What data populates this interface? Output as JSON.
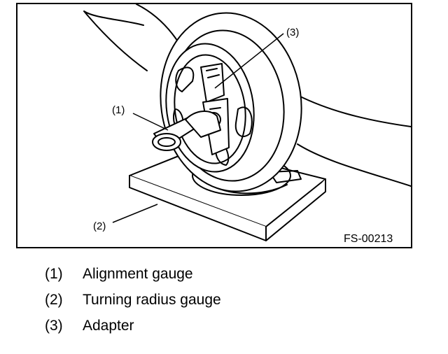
{
  "figure": {
    "code": "FS-00213",
    "callouts": {
      "one": "(1)",
      "two": "(2)",
      "three": "(3)"
    }
  },
  "legend": [
    {
      "number": "(1)",
      "label": "Alignment gauge"
    },
    {
      "number": "(2)",
      "label": "Turning radius gauge"
    },
    {
      "number": "(3)",
      "label": "Adapter"
    }
  ]
}
